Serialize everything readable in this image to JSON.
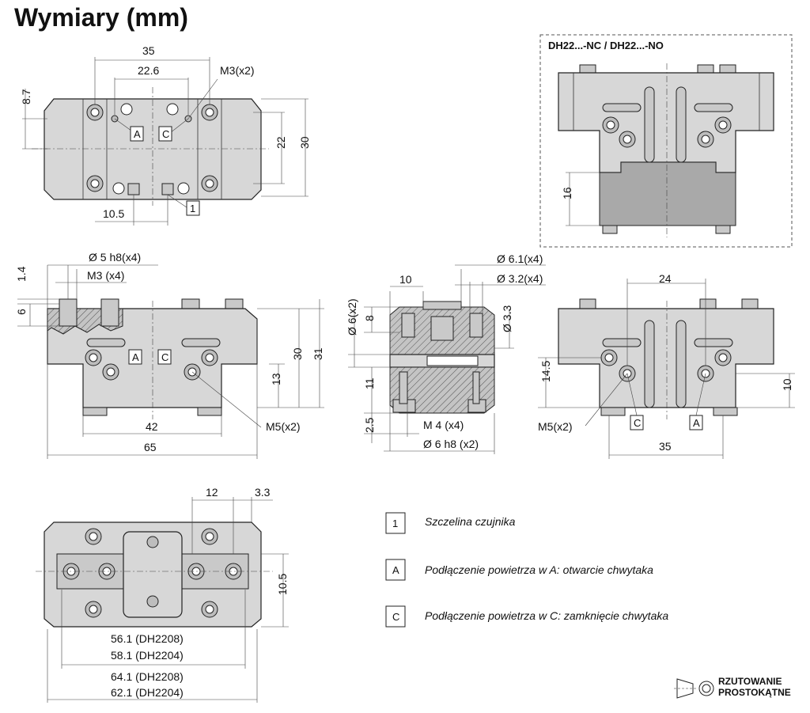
{
  "title": "Wymiary (mm)",
  "variant_box_title": "DH22...-NC / DH22...-NO",
  "dims": {
    "top_35": "35",
    "top_22_6": "22.6",
    "top_m3x2": "M3(x2)",
    "top_8_7": "8.7",
    "top_22": "22",
    "top_30": "30",
    "top_10_5": "10.5",
    "var_16": "16",
    "side_phi5": "Ø 5 h8(x4)",
    "side_m3x4": "M3 (x4)",
    "side_1_4": "1.4",
    "side_6": "6",
    "side_30": "30",
    "side_31": "31",
    "side_13": "13",
    "side_42": "42",
    "side_m5x2": "M5(x2)",
    "side_65": "65",
    "sec_10": "10",
    "sec_phi6_1": "Ø 6.1(x4)",
    "sec_phi3_2": "Ø 3.2(x4)",
    "sec_8": "8",
    "sec_phi6x2": "Ø 6(x2)",
    "sec_phi3_3": "Ø 3.3",
    "sec_11": "11",
    "sec_2_5": "2.5",
    "sec_m4x4": "M 4 (x4)",
    "sec_phi6h8": "Ø 6 h8 (x2)",
    "rs_24": "24",
    "rs_14_5": "14.5",
    "rs_10": "10",
    "rs_m5x2": "M5(x2)",
    "rs_35": "35",
    "bot_12": "12",
    "bot_3_3": "3.3",
    "bot_10_5": "10.5",
    "bot_56_1": "56.1 (DH2208)",
    "bot_58_1": "58.1 (DH2204)",
    "bot_64_1": "64.1 (DH2208)",
    "bot_62_1": "62.1 (DH2204)"
  },
  "markers": {
    "one": "1",
    "a": "A",
    "c": "C"
  },
  "legend": [
    {
      "key": "1",
      "text": "Szczelina czujnika"
    },
    {
      "key": "A",
      "text": "Podłączenie powietrza w A: otwarcie chwytaka"
    },
    {
      "key": "C",
      "text": "Podłączenie powietrza w C: zamknięcie chwytaka"
    }
  ],
  "projection_label_1": "RZUTOWANIE",
  "projection_label_2": "PROSTOKĄTNE"
}
